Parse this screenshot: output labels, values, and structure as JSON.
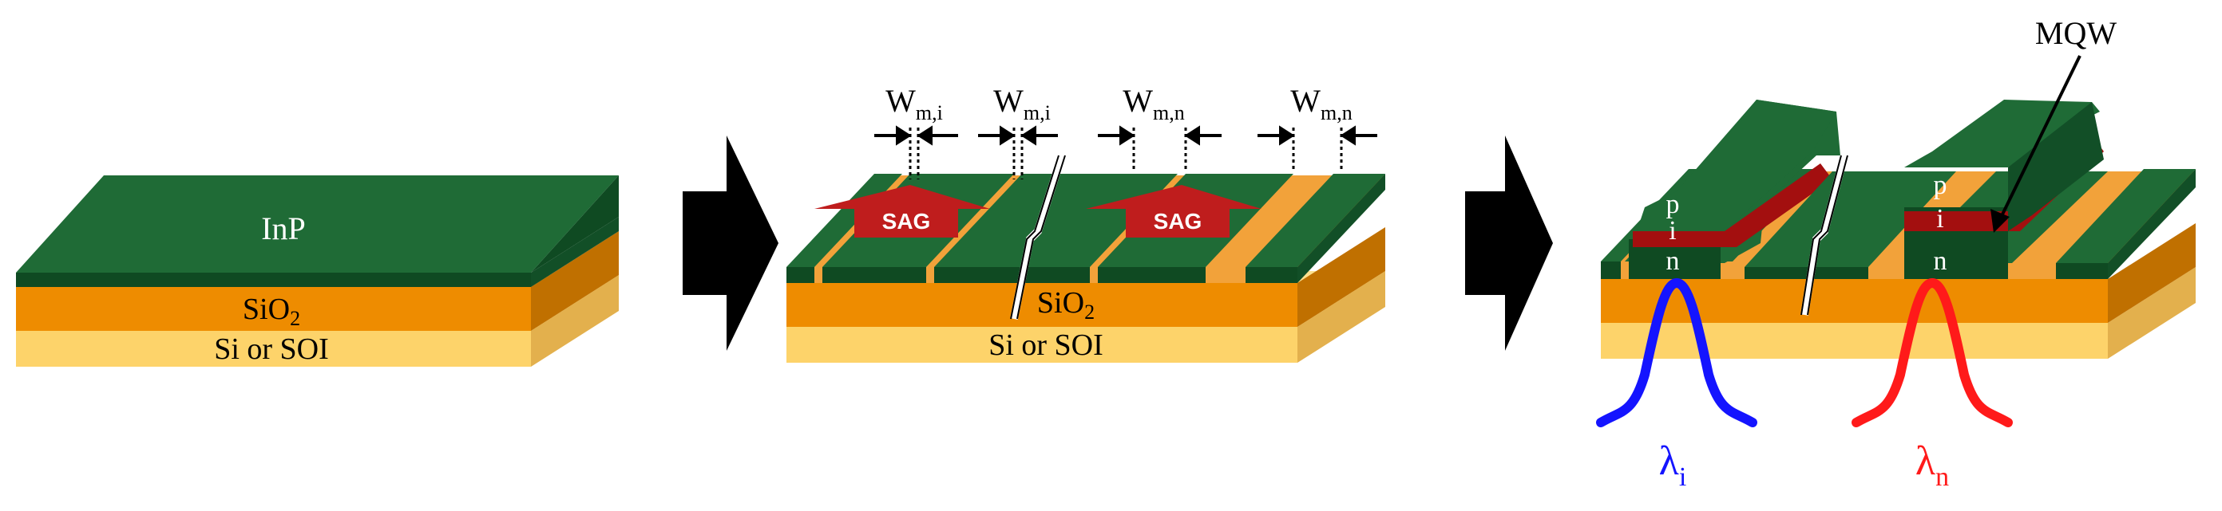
{
  "colors": {
    "inp_top": "#1f6b36",
    "inp_front": "#0f4a22",
    "inp_side": "#124f27",
    "sio2_front": "#ee8c00",
    "sio2_top": "#f2a23a",
    "sio2_side": "#c07000",
    "si_front": "#fdd36a",
    "si_top": "#fde08e",
    "si_side": "#e3b04d",
    "sag_red": "#bf1d1d",
    "mqw_red": "#a30f0f",
    "arrow_black": "#000000",
    "lambda_i": "#1414ff",
    "lambda_n": "#ff1a1a"
  },
  "panel1": {
    "top_label": "InP",
    "sio2_label": "SiO",
    "sio2_sub": "2",
    "si_label": "Si or SOI"
  },
  "panel2": {
    "w_labels": [
      {
        "main": "W",
        "sub": "m,i"
      },
      {
        "main": "W",
        "sub": "m,i"
      },
      {
        "main": "W",
        "sub": "m,n"
      },
      {
        "main": "W",
        "sub": "m,n"
      }
    ],
    "sag_labels": [
      "SAG",
      "SAG"
    ],
    "sio2_label": "SiO",
    "sio2_sub": "2",
    "si_label": "Si or SOI"
  },
  "panel3": {
    "mqw_label": "MQW",
    "pin_left": [
      "p",
      "i",
      "n"
    ],
    "pin_right": [
      "p",
      "i",
      "n"
    ],
    "lambda_i": {
      "main": "λ",
      "sub": "i"
    },
    "lambda_n": {
      "main": "λ",
      "sub": "n"
    }
  },
  "icons": [
    "process-arrow-icon",
    "process-arrow-icon"
  ]
}
